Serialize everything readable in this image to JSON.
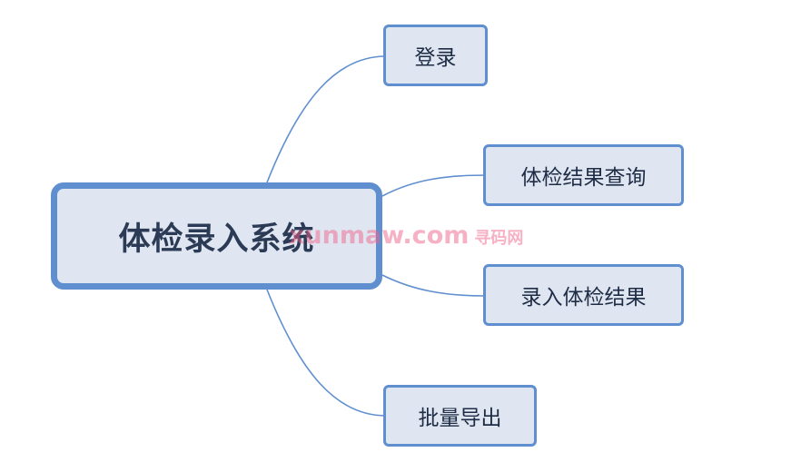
{
  "root": {
    "label": "体检录入系统"
  },
  "branches": {
    "login": {
      "label": "登录"
    },
    "query": {
      "label": "体检结果查询"
    },
    "enter": {
      "label": "录入体检结果"
    },
    "export": {
      "label": "批量导出"
    }
  },
  "watermark": {
    "text": "xunmaw.com",
    "text_cn": "寻码网"
  },
  "colors": {
    "node_fill": "#dfe6f1",
    "node_border": "#5f8fcf",
    "connector": "#5f8fcf",
    "text": "#1e2c45"
  }
}
